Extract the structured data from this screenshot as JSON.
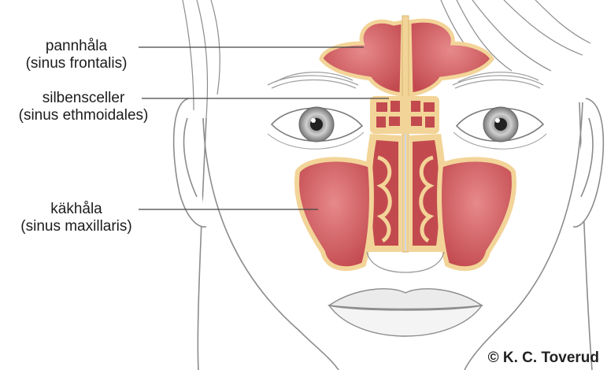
{
  "labels": {
    "frontal": {
      "name": "pannhåla",
      "latin": "(sinus frontalis)"
    },
    "ethmoidal": {
      "name": "silbensceller",
      "latin": "(sinus ethmoidales)"
    },
    "maxillary": {
      "name": "käkhåla",
      "latin": "(sinus maxillaris)"
    }
  },
  "copyright": "© K. C. Toverud",
  "colors": {
    "sinus_fill": "#c24a4f",
    "sinus_highlight": "#e7898b",
    "bone": "#f3d498",
    "skin_line": "#8c8c8c",
    "leader_line": "#444444"
  }
}
